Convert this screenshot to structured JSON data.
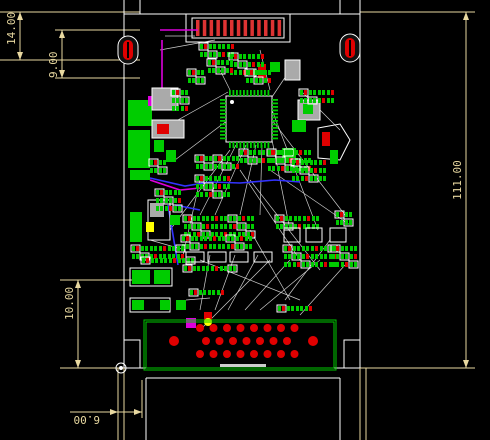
{
  "dimensions": {
    "top_offset": "14.00",
    "connector_offset": "9.00",
    "board_height": "111.00",
    "lower_offset": "10.00",
    "left_offset": "6.00"
  },
  "colors": {
    "background": "#000000",
    "dimension_line": "#e8d8a0",
    "board_outline": "#ffffff",
    "pad_green": "#00cc00",
    "pad_red": "#e00000",
    "ratsnest": "#cccccc",
    "trace_blue": "#3333ff",
    "trace_magenta": "#dd00dd",
    "silkscreen": "#ffff00"
  }
}
